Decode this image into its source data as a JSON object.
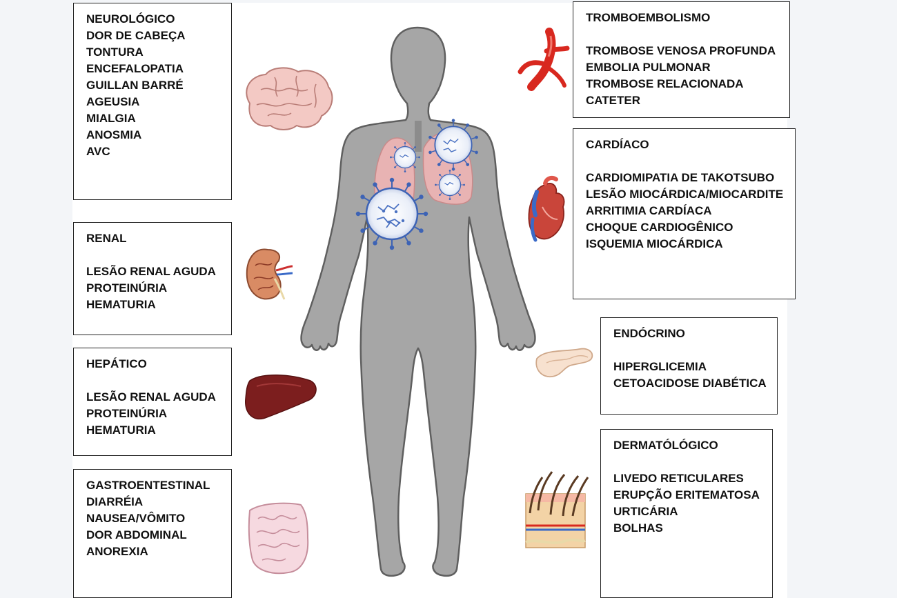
{
  "systems": {
    "neurologico": {
      "title": "NEUROLÓGICO",
      "items": [
        "DOR DE CABEÇA",
        "TONTURA",
        "ENCEFALOPATIA",
        "GUILLAN BARRÉ",
        "AGEUSIA",
        "MIALGIA",
        "ANOSMIA",
        "AVC"
      ]
    },
    "renal": {
      "title": "RENAL",
      "items": [
        "LESÃO RENAL AGUDA",
        "PROTEINÚRIA",
        "HEMATURIA"
      ]
    },
    "hepatico": {
      "title": "HEPÁTICO",
      "items": [
        "LESÃO RENAL AGUDA",
        "PROTEINÚRIA",
        "HEMATURIA"
      ]
    },
    "gastro": {
      "title": "GASTROENTESTINAL",
      "items": [
        "DIARRÉIA",
        "NAUSEA/VÔMITO",
        "DOR ABDOMINAL",
        "ANOREXIA"
      ]
    },
    "trombo": {
      "title": "TROMBOEMBOLISMO",
      "items": [
        "TROMBOSE VENOSA PROFUNDA",
        "EMBOLIA PULMONAR",
        "TROMBOSE RELACIONADA",
        "CATETER"
      ]
    },
    "cardiaco": {
      "title": "CARDÍACO",
      "items": [
        "CARDIOMIPATIA DE TAKOTSUBO",
        "LESÃO MIOCÁRDICA/MIOCARDITE",
        "ARRITIMIA CARDÍACA",
        "CHOQUE CARDIOGÊNICO",
        "ISQUEMIA MIOCÁRDICA"
      ]
    },
    "endocrino": {
      "title": "ENDÓCRINO",
      "items": [
        "HIPERGLICEMIA",
        "CETOACIDOSE DIABÉTICA"
      ]
    },
    "dermato": {
      "title": "DERMATÓLÓGICO",
      "items": [
        "LIVEDO RETICULARES",
        "ERUPÇÃO ERITEMATOSA",
        "URTICÁRIA",
        "BOLHAS"
      ]
    }
  },
  "icons": [
    "brain-icon",
    "kidney-icon",
    "liver-icon",
    "intestine-icon",
    "blood-vessel-icon",
    "heart-icon",
    "pancreas-icon",
    "skin-icon",
    "human-body-icon",
    "lungs-icon",
    "virus-icon"
  ],
  "colors": {
    "body": "#a6a6a6",
    "body_outline": "#5f5f5f",
    "virus": "#3d63b5",
    "lung": "#e8b3b3",
    "box_border": "#222222"
  }
}
